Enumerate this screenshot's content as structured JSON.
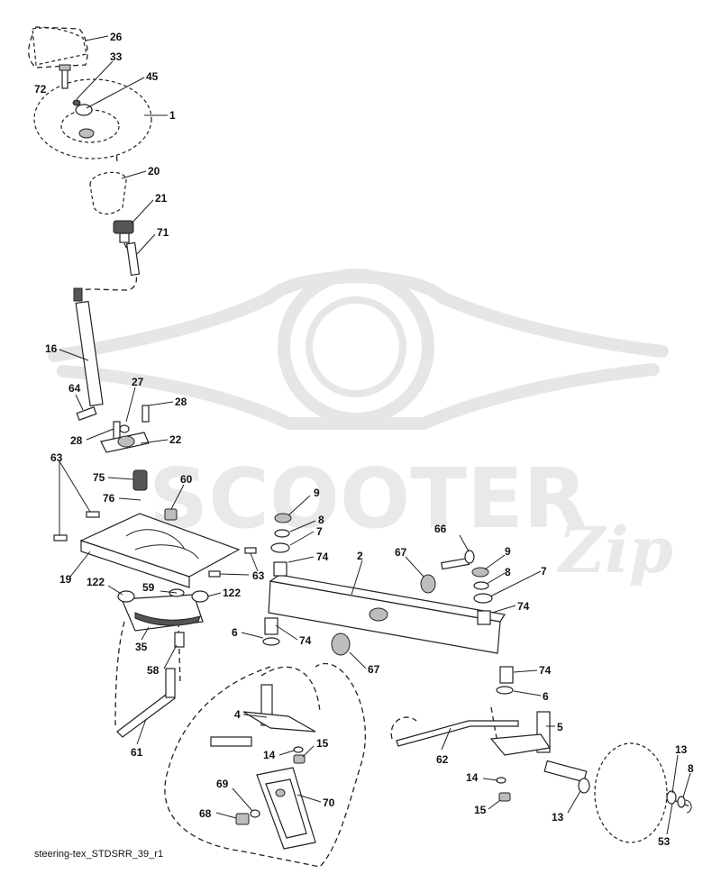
{
  "watermark": {
    "brand": "SCOOTER",
    "script": "Zip"
  },
  "footer": {
    "caption": "steering-tex_STDSRR_39_r1"
  },
  "callouts": [
    {
      "id": "26",
      "label": "26"
    },
    {
      "id": "33",
      "label": "33"
    },
    {
      "id": "72",
      "label": "72"
    },
    {
      "id": "45",
      "label": "45"
    },
    {
      "id": "1",
      "label": "1"
    },
    {
      "id": "20",
      "label": "20"
    },
    {
      "id": "21",
      "label": "21"
    },
    {
      "id": "71",
      "label": "71"
    },
    {
      "id": "16",
      "label": "16"
    },
    {
      "id": "64",
      "label": "64"
    },
    {
      "id": "27",
      "label": "27"
    },
    {
      "id": "28a",
      "label": "28"
    },
    {
      "id": "28b",
      "label": "28"
    },
    {
      "id": "22",
      "label": "22"
    },
    {
      "id": "63a",
      "label": "63"
    },
    {
      "id": "75",
      "label": "75"
    },
    {
      "id": "60",
      "label": "60"
    },
    {
      "id": "76",
      "label": "76"
    },
    {
      "id": "19",
      "label": "19"
    },
    {
      "id": "63b",
      "label": "63"
    },
    {
      "id": "122a",
      "label": "122"
    },
    {
      "id": "59",
      "label": "59"
    },
    {
      "id": "122b",
      "label": "122"
    },
    {
      "id": "35",
      "label": "35"
    },
    {
      "id": "58",
      "label": "58"
    },
    {
      "id": "61",
      "label": "61"
    },
    {
      "id": "9a",
      "label": "9"
    },
    {
      "id": "8a",
      "label": "8"
    },
    {
      "id": "7a",
      "label": "7"
    },
    {
      "id": "74a",
      "label": "74"
    },
    {
      "id": "2",
      "label": "2"
    },
    {
      "id": "66",
      "label": "66"
    },
    {
      "id": "67a",
      "label": "67"
    },
    {
      "id": "9b",
      "label": "9"
    },
    {
      "id": "8b",
      "label": "8"
    },
    {
      "id": "7b",
      "label": "7"
    },
    {
      "id": "74b",
      "label": "74"
    },
    {
      "id": "6a",
      "label": "6"
    },
    {
      "id": "74c",
      "label": "74"
    },
    {
      "id": "67b",
      "label": "67"
    },
    {
      "id": "74d",
      "label": "74"
    },
    {
      "id": "6b",
      "label": "6"
    },
    {
      "id": "4",
      "label": "4"
    },
    {
      "id": "5",
      "label": "5"
    },
    {
      "id": "14a",
      "label": "14"
    },
    {
      "id": "15a",
      "label": "15"
    },
    {
      "id": "62",
      "label": "62"
    },
    {
      "id": "14b",
      "label": "14"
    },
    {
      "id": "15b",
      "label": "15"
    },
    {
      "id": "13a",
      "label": "13"
    },
    {
      "id": "8c",
      "label": "8"
    },
    {
      "id": "13b",
      "label": "13"
    },
    {
      "id": "53",
      "label": "53"
    },
    {
      "id": "69",
      "label": "69"
    },
    {
      "id": "70",
      "label": "70"
    },
    {
      "id": "68",
      "label": "68"
    }
  ]
}
